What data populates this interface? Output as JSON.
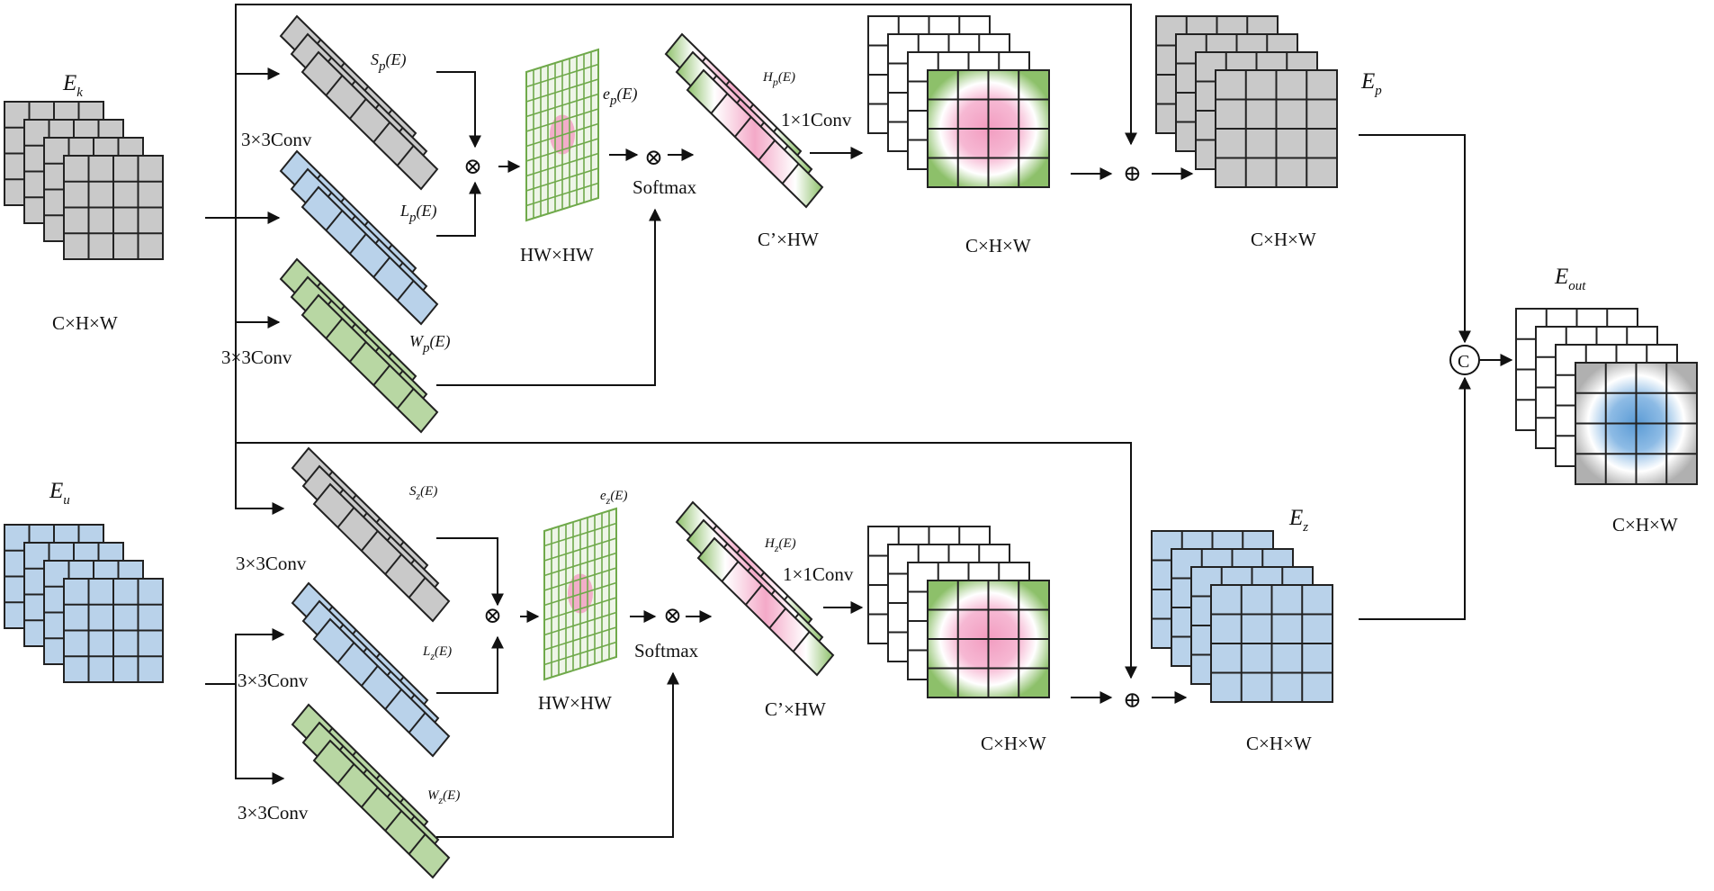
{
  "colors": {
    "gray": "#c9c9c9",
    "blue": "#b9d2ea",
    "green": "#b8d7a3",
    "green_dark": "#6fa94a",
    "pink": "#f29cc0",
    "blue_center": "#5b9bd5",
    "stroke": "#222222"
  },
  "labels": {
    "e_k": "E",
    "e_k_sub": "k",
    "e_u": "E",
    "e_u_sub": "u",
    "e_p": "E",
    "e_p_sub": "p",
    "e_z": "E",
    "e_z_sub": "z",
    "e_out": "E",
    "e_out_sub": "out",
    "chw_ek": "C×H×W",
    "chw_top_mid": "C×H×W",
    "chw_top_ep": "C×H×W",
    "chw_bot_mid": "C×H×W",
    "chw_bot_ez": "C×H×W",
    "chw_out": "C×H×W",
    "conv3_top_1": "3×3Conv",
    "conv3_top_2": "3×3Conv",
    "conv3_bot_1": "3×3Conv",
    "conv3_bot_2": "3×3Conv",
    "conv3_bot_3": "3×3Conv",
    "conv1_top": "1×1Conv",
    "conv1_bot": "1×1Conv",
    "hwhw_top": "HW×HW",
    "hwhw_bot": "HW×HW",
    "chw2_top": "C’×HW",
    "chw2_bot": "C’×HW",
    "softmax_top": "Softmax",
    "softmax_bot": "Softmax",
    "s_p": "S",
    "s_p_sub": "p",
    "s_p_arg": "(E)",
    "l_p": "L",
    "l_p_sub": "p",
    "l_p_arg": "(E)",
    "w_p": "W",
    "w_p_sub": "p",
    "w_p_arg": "(E)",
    "e_pe": "e",
    "e_pe_sub": "p",
    "e_pe_arg": "(E)",
    "h_p": "H",
    "h_p_sub": "p",
    "h_p_arg": "(E)",
    "s_z": "S",
    "s_z_sub": "z",
    "s_z_arg": "(E)",
    "l_z": "L",
    "l_z_sub": "z",
    "l_z_arg": "(E)",
    "w_z": "W",
    "w_z_sub": "z",
    "w_z_arg": "(E)",
    "e_ze": "e",
    "e_ze_sub": "z",
    "e_ze_arg": "(E)",
    "h_z": "H",
    "h_z_sub": "z",
    "h_z_arg": "(E)",
    "op_mult": "⊗",
    "op_add": "⊕",
    "op_concat": "C"
  }
}
